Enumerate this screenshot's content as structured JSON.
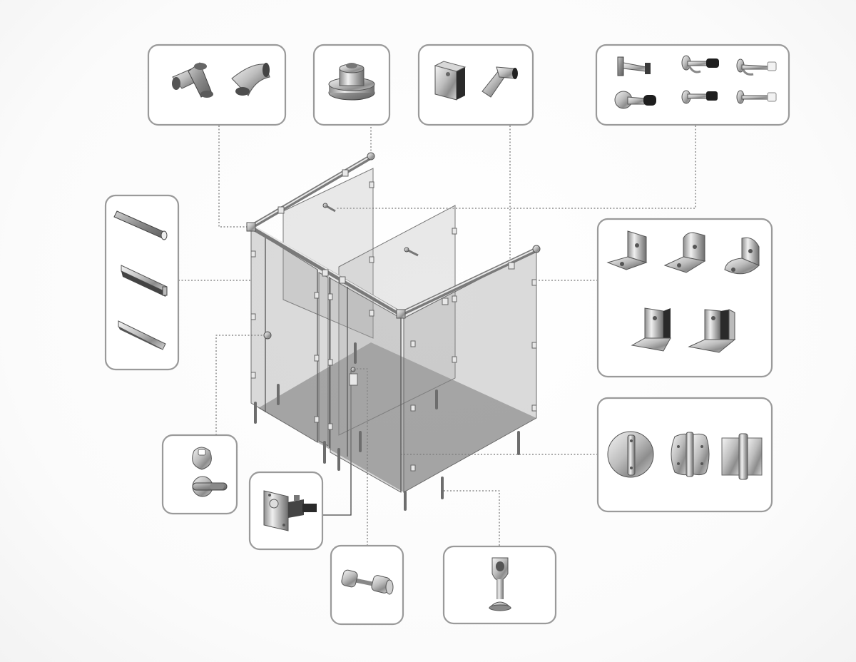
{
  "diagram": {
    "subject": "toilet-cubicle-hardware-exploded-view",
    "colors": {
      "background": "#ffffff",
      "callout_border": "#9a9a9a",
      "leader_line": "#555555",
      "panel_tint": "#8f8f8f",
      "metal": "#b9b9b9"
    },
    "callouts": [
      {
        "id": "tube-connectors",
        "parts": [
          "tee-connector-icon",
          "elbow-connector-icon"
        ]
      },
      {
        "id": "top-rail-support",
        "parts": [
          "rail-support-knob-icon"
        ]
      },
      {
        "id": "rail-brackets",
        "parts": [
          "u-channel-bracket-icon",
          "angled-rail-bracket-icon"
        ]
      },
      {
        "id": "coat-hooks",
        "parts": [
          "bar-hook-icon",
          "double-hook-bumper-icon",
          "single-hook-bumper-icon",
          "round-hook-bumper-icon",
          "hook-bumper-icon",
          "small-hook-bumper-icon"
        ]
      },
      {
        "id": "profiles",
        "parts": [
          "round-tube-profile-icon",
          "square-channel-profile-icon",
          "angle-profile-icon"
        ]
      },
      {
        "id": "wall-brackets",
        "parts": [
          "l-bracket-icon",
          "rounded-l-bracket-icon",
          "curved-l-bracket-icon",
          "u-bracket-icon",
          "u-bracket-wide-icon"
        ]
      },
      {
        "id": "indicator-lock",
        "parts": [
          "indicator-lock-icon",
          "lock-knob-icon"
        ]
      },
      {
        "id": "slide-latch",
        "parts": [
          "slide-latch-icon"
        ]
      },
      {
        "id": "door-knob",
        "parts": [
          "double-knob-icon"
        ]
      },
      {
        "id": "support-leg",
        "parts": [
          "adjustable-leg-icon"
        ]
      },
      {
        "id": "hinges",
        "parts": [
          "round-hinge-icon",
          "oval-hinge-icon",
          "square-hinge-icon"
        ]
      }
    ]
  }
}
